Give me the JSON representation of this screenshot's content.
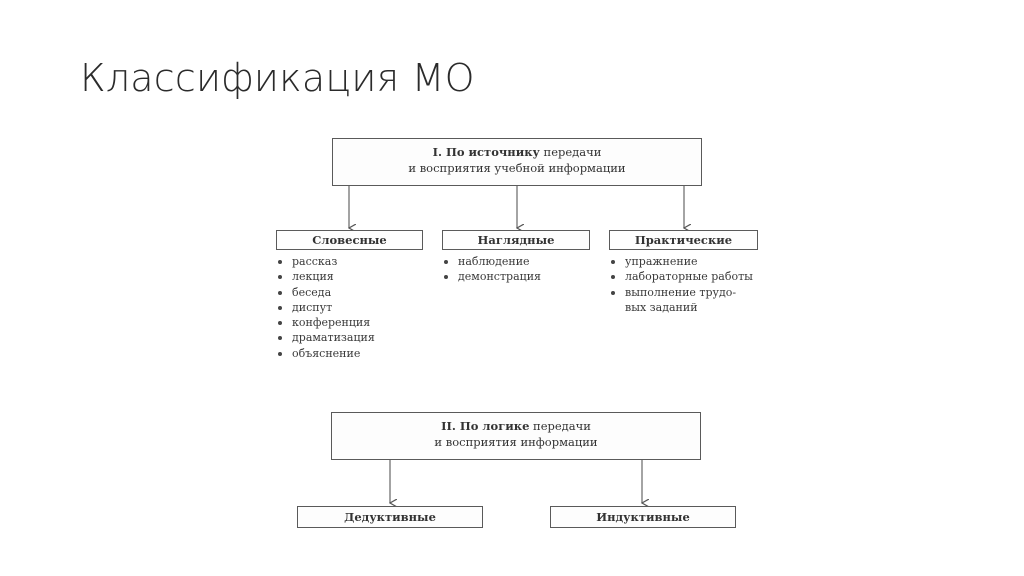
{
  "slide": {
    "title": "Классификация МО"
  },
  "diagram": {
    "group1": {
      "title_bold": "I. По источнику",
      "title_rest": " передачи",
      "title_line2": "и восприятия учебной информации",
      "categories": [
        {
          "label": "Словесные",
          "items": [
            "рассказ",
            "лекция",
            "беседа",
            "диспут",
            "конференция",
            "драматизация",
            "объяснение"
          ]
        },
        {
          "label": "Наглядные",
          "items": [
            "наблюдение",
            "демонстрация"
          ]
        },
        {
          "label": "Практические",
          "items": [
            "упражнение",
            "лабораторные работы",
            "выполнение трудо-",
            "вых заданий"
          ]
        }
      ]
    },
    "group2": {
      "title_bold": "II. По логике",
      "title_rest": " передачи",
      "title_line2": "и восприятия информации",
      "categories": [
        {
          "label": "Дедуктивные"
        },
        {
          "label": "Индуктивные"
        }
      ]
    }
  }
}
